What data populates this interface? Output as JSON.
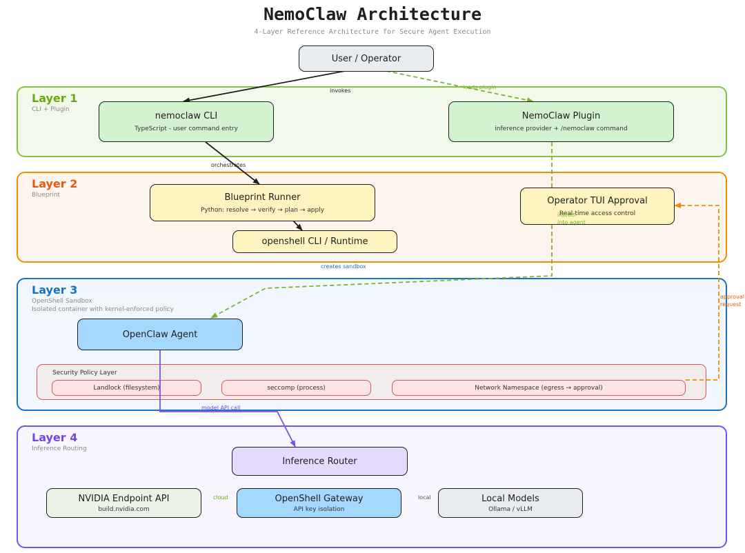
{
  "header": {
    "title": "NemoClaw Architecture",
    "subtitle": "4-Layer Reference Architecture for Secure Agent Execution"
  },
  "colors": {
    "layer1": "#84c341",
    "layer2": "#f08c00",
    "layer3": "#1971c2",
    "layer4": "#7950f2",
    "security": "#e03131"
  },
  "user": {
    "label": "User / Operator"
  },
  "layer1": {
    "title": "Layer 1",
    "subtitle": "CLI + Plugin",
    "cli": {
      "name": "nemoclaw CLI",
      "desc": "TypeScript - user command entry"
    },
    "plugin": {
      "name": "NemoClaw Plugin",
      "desc": "inference provider + /nemoclaw command"
    }
  },
  "layer2": {
    "title": "Layer 2",
    "subtitle": "Blueprint",
    "runner": {
      "name": "Blueprint Runner",
      "desc": "Python: resolve → verify → plan → apply"
    },
    "openshell_cli": {
      "name": "openshell CLI / Runtime"
    },
    "tui": {
      "name": "Operator TUI Approval",
      "desc": "Real-time access control"
    }
  },
  "layer3": {
    "title": "Layer 3",
    "subtitle1": "OpenShell Sandbox",
    "subtitle2": "Isolated container with kernel-enforced policy",
    "agent": {
      "name": "OpenClaw Agent"
    },
    "security": {
      "title": "Security Policy Layer",
      "landlock": "Landlock (filesystem)",
      "seccomp": "seccomp (process)",
      "netns": "Network Namespace (egress → approval)"
    }
  },
  "layer4": {
    "title": "Layer 4",
    "subtitle": "Inference Routing",
    "router": {
      "name": "Inference Router"
    },
    "nvidia": {
      "name": "NVIDIA Endpoint API",
      "desc": "build.nvidia.com"
    },
    "gateway": {
      "name": "OpenShell Gateway",
      "desc": "API key isolation"
    },
    "local": {
      "name": "Local Models",
      "desc": "Ollama / vLLM"
    }
  },
  "edges": {
    "invokes": "invokes",
    "loads_plugin": "loads plugin",
    "orchestrates": "orchestrates",
    "creates_sandbox": "creates sandbox",
    "injects_into_agent_1": "injects",
    "injects_into_agent_2": "into agent",
    "approval_request_1": "approval",
    "approval_request_2": "request",
    "model_api_call": "model API call",
    "cloud": "cloud",
    "local": "local"
  }
}
